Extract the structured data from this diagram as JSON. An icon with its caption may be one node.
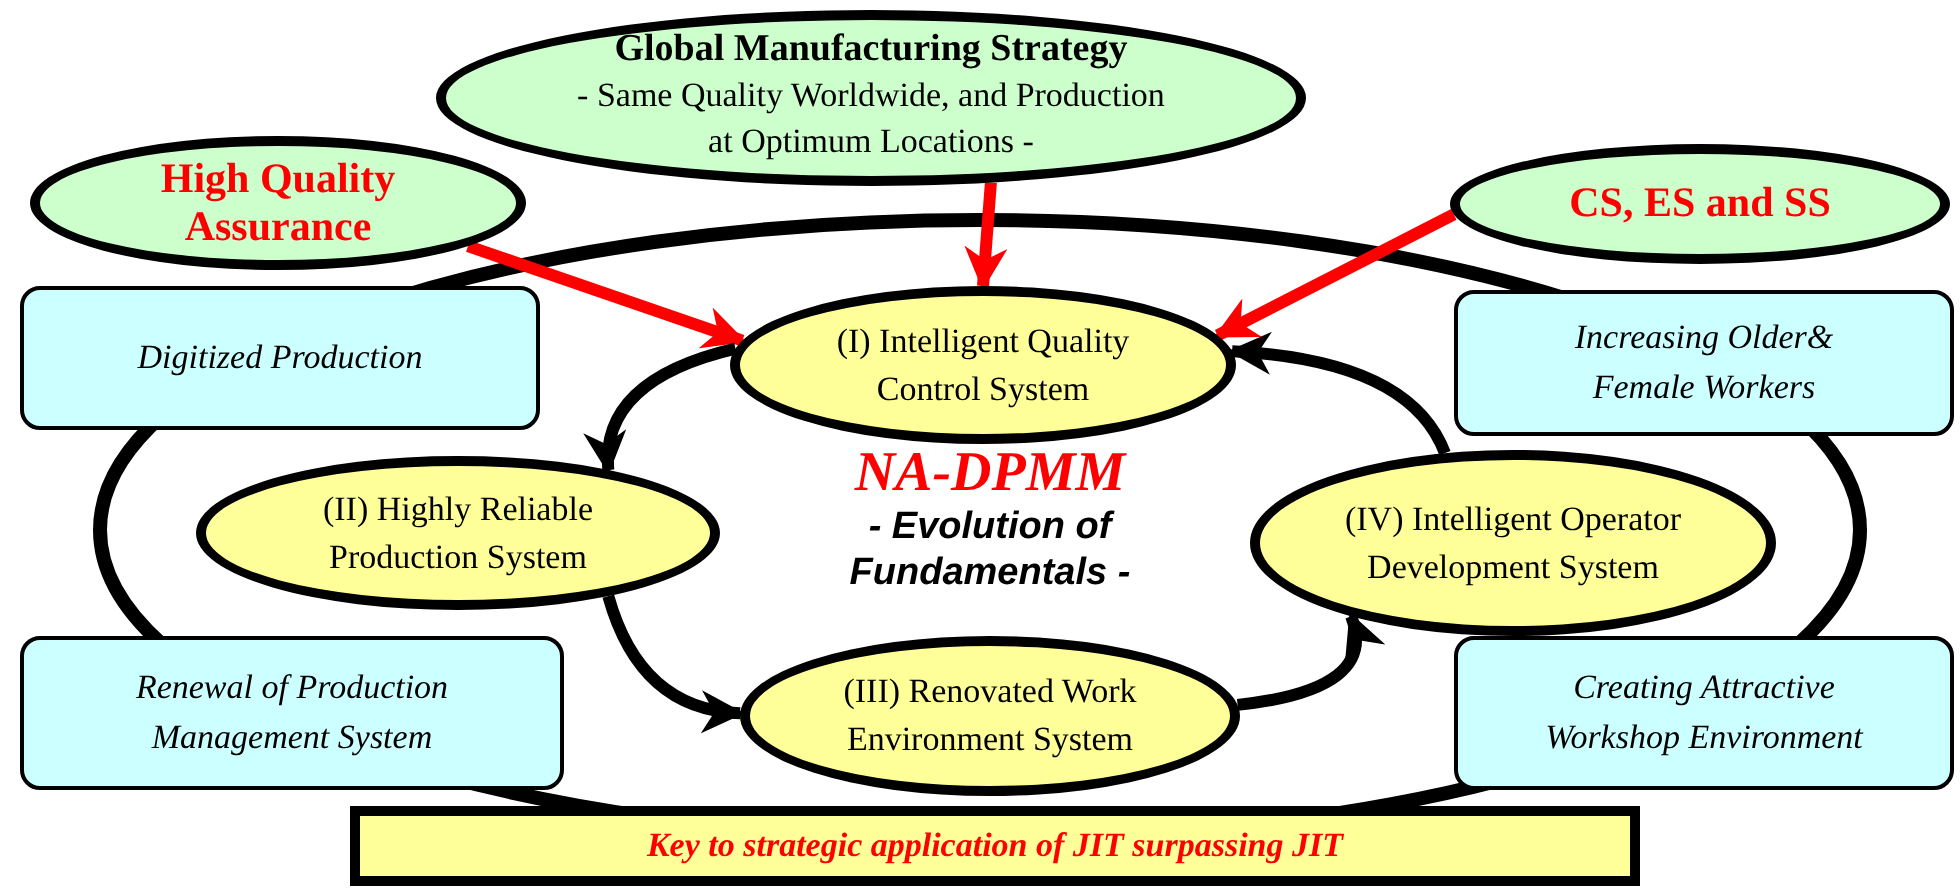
{
  "diagram": {
    "nodes": [
      {
        "text": [
          "Global Manufacturing Strategy",
          "- Same Quality Worldwide, and Production at Optimum Locations -"
        ]
      },
      {
        "text": [
          "High Quality Assurance"
        ]
      },
      {
        "text": [
          "CS, ES and SS"
        ]
      },
      {
        "text": [
          "Digitized Production"
        ]
      },
      {
        "text": [
          "(I) Intelligent Quality Control System"
        ]
      },
      {
        "text": [
          "Increasing Older& Female Workers"
        ]
      },
      {
        "text": [
          "(II) Highly Reliable Production System"
        ]
      },
      {
        "text": [
          "(IV) Intelligent Operator Development System"
        ]
      },
      {
        "text": [
          "Renewal of Production Management System"
        ]
      },
      {
        "text": [
          "(III) Renovated Work Environment System"
        ]
      },
      {
        "text": [
          "Creating Attractive Workshop Environment"
        ]
      },
      {
        "text": [
          "Key to strategic application of JIT surpassing JIT"
        ]
      }
    ],
    "edges": [
      {
        "from": 1,
        "to": 4,
        "arrow": "to",
        "color": "#ff0000"
      },
      {
        "from": 0,
        "to": 4,
        "arrow": "to",
        "color": "#ff0000"
      },
      {
        "from": 2,
        "to": 4,
        "arrow": "to",
        "color": "#ff0000"
      },
      {
        "from": 4,
        "to": 6,
        "arrow": "to"
      },
      {
        "from": 6,
        "to": 9,
        "arrow": "to"
      },
      {
        "from": 9,
        "to": 7,
        "arrow": "to"
      },
      {
        "from": 7,
        "to": 4,
        "arrow": "to"
      }
    ],
    "labels": [
      "NA-DPMM",
      "- Evolution of Fundamentals -"
    ]
  }
}
